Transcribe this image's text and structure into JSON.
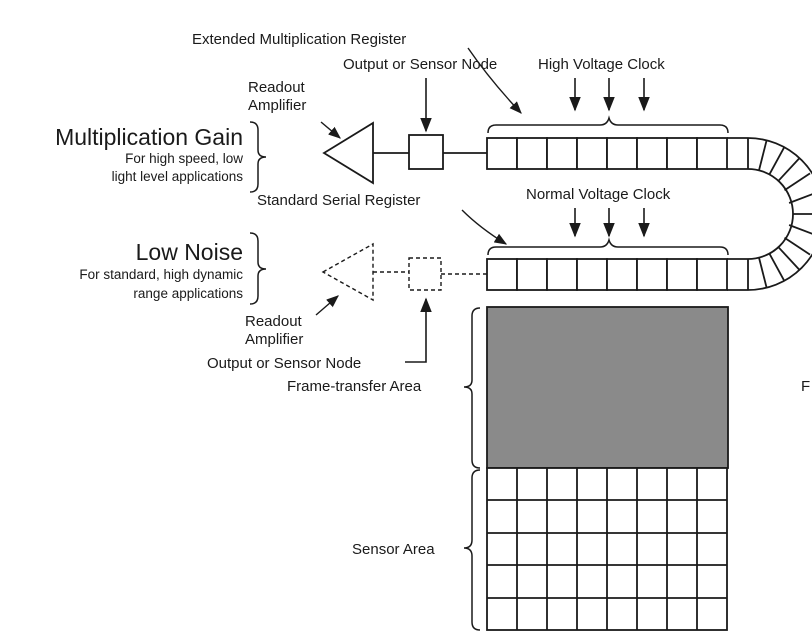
{
  "labels": {
    "extended_register": "Extended Multiplication Register",
    "output_node_top": "Output or Sensor Node",
    "high_voltage_clock": "High Voltage Clock",
    "readout_amp_top_line1": "Readout",
    "readout_amp_top_line2": "Amplifier",
    "mult_gain_title": "Multiplication Gain",
    "mult_gain_desc_line1": "For high speed, low",
    "mult_gain_desc_line2": "light level applications",
    "standard_register": "Standard Serial Register",
    "normal_voltage_clock": "Normal Voltage Clock",
    "low_noise_title": "Low Noise",
    "low_noise_desc_line1": "For standard, high dynamic",
    "low_noise_desc_line2": "range applications",
    "readout_amp_bottom_line1": "Readout",
    "readout_amp_bottom_line2": "Amplifier",
    "output_node_bottom": "Output or Sensor Node",
    "frame_transfer_area": "Frame-transfer Area",
    "sensor_area": "Sensor Area",
    "right_edge_fragment": "F"
  },
  "colors": {
    "line": "#1a1a1a",
    "frame_transfer_fill": "#8a8a8a",
    "background": "#ffffff"
  }
}
